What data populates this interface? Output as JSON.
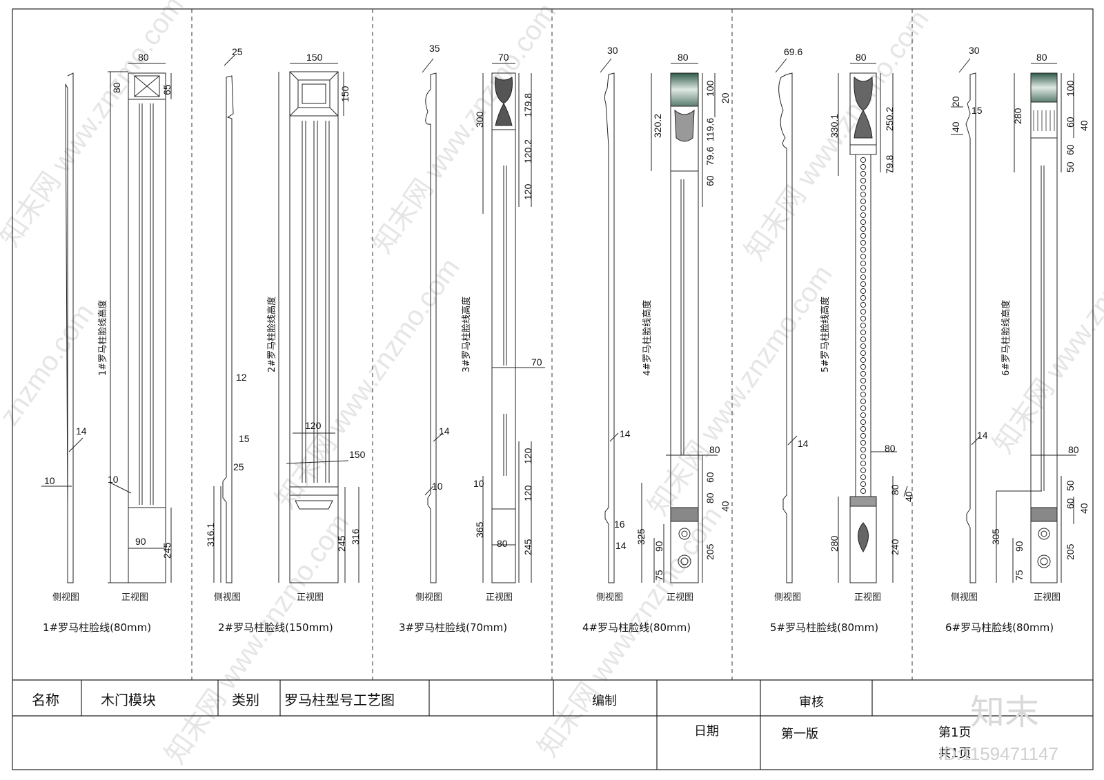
{
  "columns": [
    {
      "title": "1#罗马柱脸线(80mm)",
      "side": "侧视图",
      "front": "正视图",
      "vlabel": "1#罗马柱脸线高度",
      "dims": {
        "w": "80",
        "a": "80",
        "b": "65",
        "c": "14",
        "d": "10",
        "e": "10",
        "f": "90",
        "g": "245"
      }
    },
    {
      "title": "2#罗马柱脸线(150mm)",
      "side": "侧视图",
      "front": "正视图",
      "vlabel": "2#罗马柱脸线高度",
      "dims": {
        "w": "150",
        "top": "25",
        "a": "150",
        "b": "12",
        "c": "15",
        "d": "25",
        "e": "120",
        "f": "150",
        "g": "316.1",
        "h": "245",
        "i": "316"
      }
    },
    {
      "title": "3#罗马柱脸线(70mm)",
      "side": "侧视图",
      "front": "正视图",
      "vlabel": "3#罗马柱脸线高度",
      "dims": {
        "w": "70",
        "top": "35",
        "a": "300",
        "b": "179.8",
        "c": "120.2",
        "d": "120",
        "e": "70",
        "f": "14",
        "g": "10",
        "h": "10",
        "i": "120",
        "j": "120",
        "k": "365",
        "l": "80",
        "m": "245"
      }
    },
    {
      "title": "4#罗马柱脸线(80mm)",
      "side": "侧视图",
      "front": "正视图",
      "vlabel": "4#罗马柱脸线高度",
      "dims": {
        "w": "80",
        "top": "30",
        "a": "320.2",
        "b": "100",
        "c": "20",
        "d": "119.6",
        "e": "79.6",
        "f": "60",
        "g": "14",
        "h": "80",
        "i": "60",
        "j": "80",
        "k": "40",
        "l": "16",
        "m": "14",
        "n": "325",
        "o": "90",
        "p": "75",
        "q": "205"
      }
    },
    {
      "title": "5#罗马柱脸线(80mm)",
      "side": "侧视图",
      "front": "正视图",
      "vlabel": "5#罗马柱脸线高度",
      "dims": {
        "w": "80",
        "top": "69.6",
        "a": "330.1",
        "b": "250.2",
        "c": "79.8",
        "d": "14",
        "e": "80",
        "f": "80",
        "g": "40",
        "h": "280",
        "i": "240"
      }
    },
    {
      "title": "6#罗马柱脸线(80mm)",
      "side": "侧视图",
      "front": "正视图",
      "vlabel": "6#罗马柱脸线高度",
      "dims": {
        "w": "80",
        "top": "30",
        "a": "280",
        "b": "100",
        "c": "20",
        "d": "15",
        "e": "40",
        "f": "60",
        "g": "40",
        "h": "60",
        "i": "50",
        "j": "14",
        "k": "80",
        "l": "50",
        "m": "60",
        "n": "40",
        "o": "305",
        "p": "90",
        "q": "75",
        "r": "205"
      }
    }
  ],
  "titleblock": {
    "name_label": "名称",
    "name_value": "木门模块",
    "type_label": "类别",
    "type_value": "罗马柱型号工艺图",
    "compile_label": "编制",
    "review_label": "审核",
    "date_label": "日期",
    "edition": "第一版",
    "page": "第1页",
    "total": "共1页"
  },
  "watermark": {
    "brand": "知末",
    "id": "ID:1159471147",
    "site": "znzmo.com"
  }
}
